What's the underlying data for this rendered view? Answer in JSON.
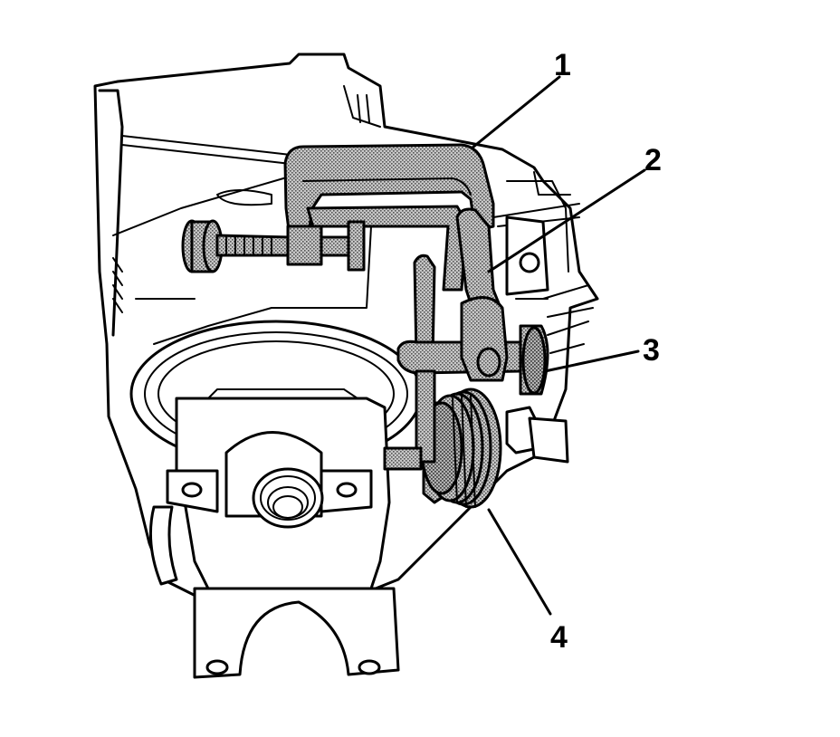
{
  "figure": {
    "callouts": [
      {
        "id": "1",
        "label": "1"
      },
      {
        "id": "2",
        "label": "2"
      },
      {
        "id": "3",
        "label": "3"
      },
      {
        "id": "4",
        "label": "4"
      }
    ]
  },
  "colors": {
    "line": "#000000",
    "tool_fill": "#9a9a9a",
    "background": "#ffffff"
  }
}
